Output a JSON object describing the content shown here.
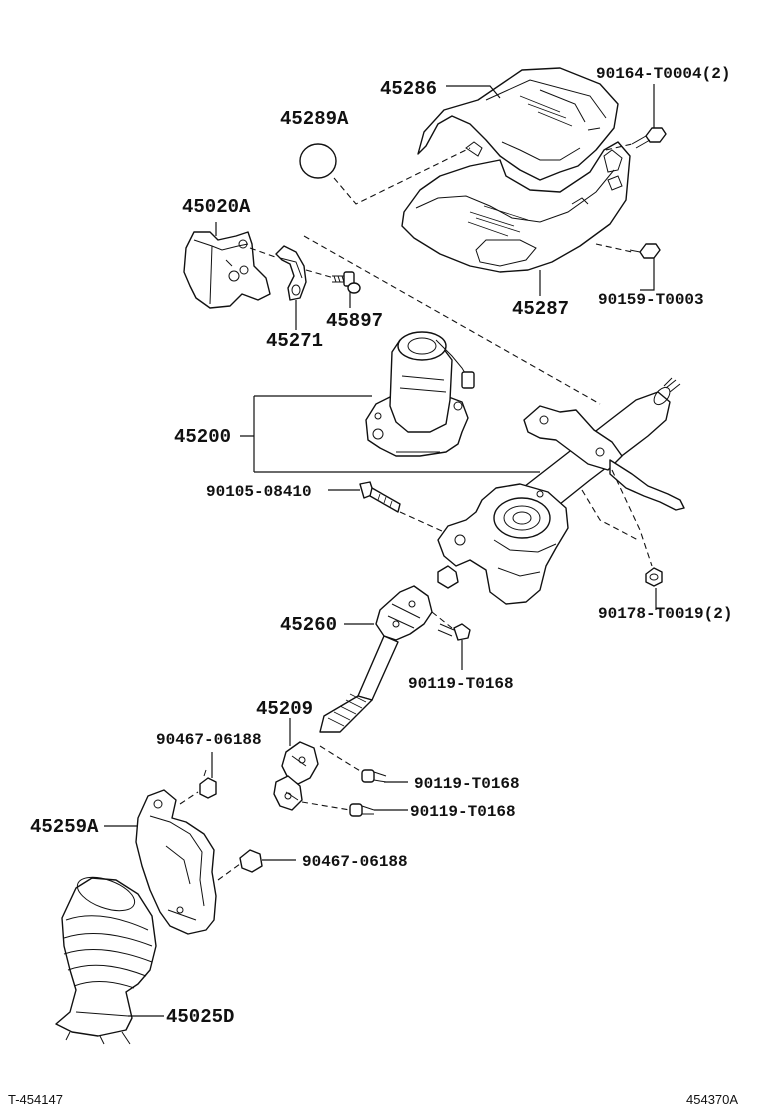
{
  "labels": {
    "p45286": "45286",
    "p90164": "90164-T0004(2)",
    "p45289A": "45289A",
    "p45020A": "45020A",
    "p45287": "45287",
    "p90159": "90159-T0003",
    "p45897": "45897",
    "p45271": "45271",
    "p45200": "45200",
    "p90105": "90105-08410",
    "p90178": "90178-T0019(2)",
    "p45260": "45260",
    "p90119a": "90119-T0168",
    "p45209": "45209",
    "p90467a": "90467-06188",
    "p90119b": "90119-T0168",
    "p90119c": "90119-T0168",
    "p45259A": "45259A",
    "p90467b": "90467-06188",
    "p45025D": "45025D"
  },
  "footer": {
    "left": "T-454147",
    "right": "454370A"
  }
}
